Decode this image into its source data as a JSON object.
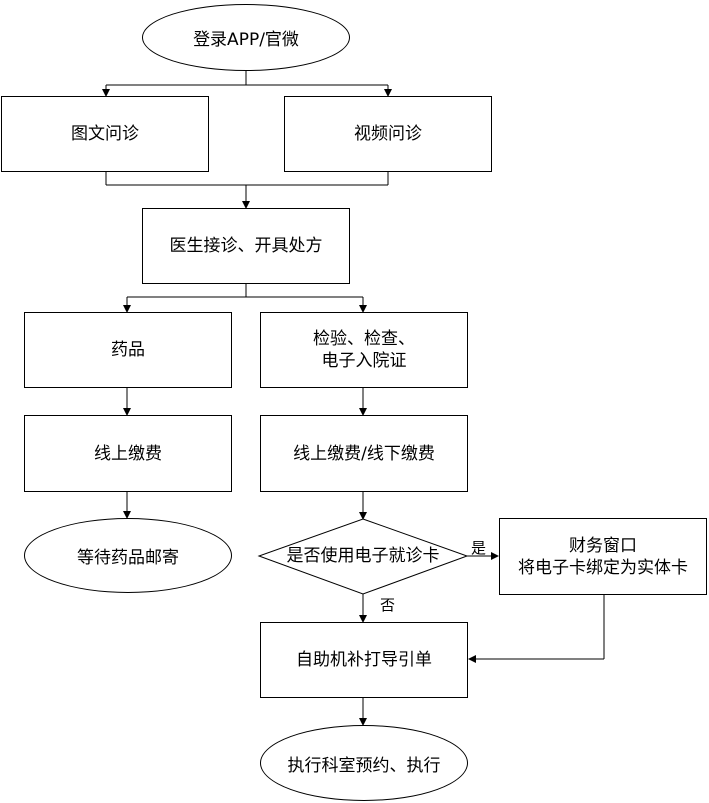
{
  "nodes": {
    "start": "登录APP/官微",
    "graphic_consult": "图文问诊",
    "video_consult": "视频问诊",
    "doctor": "医生接诊、开具处方",
    "medicine": "药品",
    "exam_line1": "检验、检查、",
    "exam_line2": "电子入院证",
    "pay_online": "线上缴费",
    "pay_online_offline": "线上缴费/线下缴费",
    "wait_mail": "等待药品邮寄",
    "decision": "是否使用电子就诊卡",
    "finance_line1": "财务窗口",
    "finance_line2": "将电子卡绑定为实体卡",
    "reprint": "自助机补打导引单",
    "execute": "执行科室预约、执行"
  },
  "branches": {
    "yes": "是",
    "no": "否"
  }
}
